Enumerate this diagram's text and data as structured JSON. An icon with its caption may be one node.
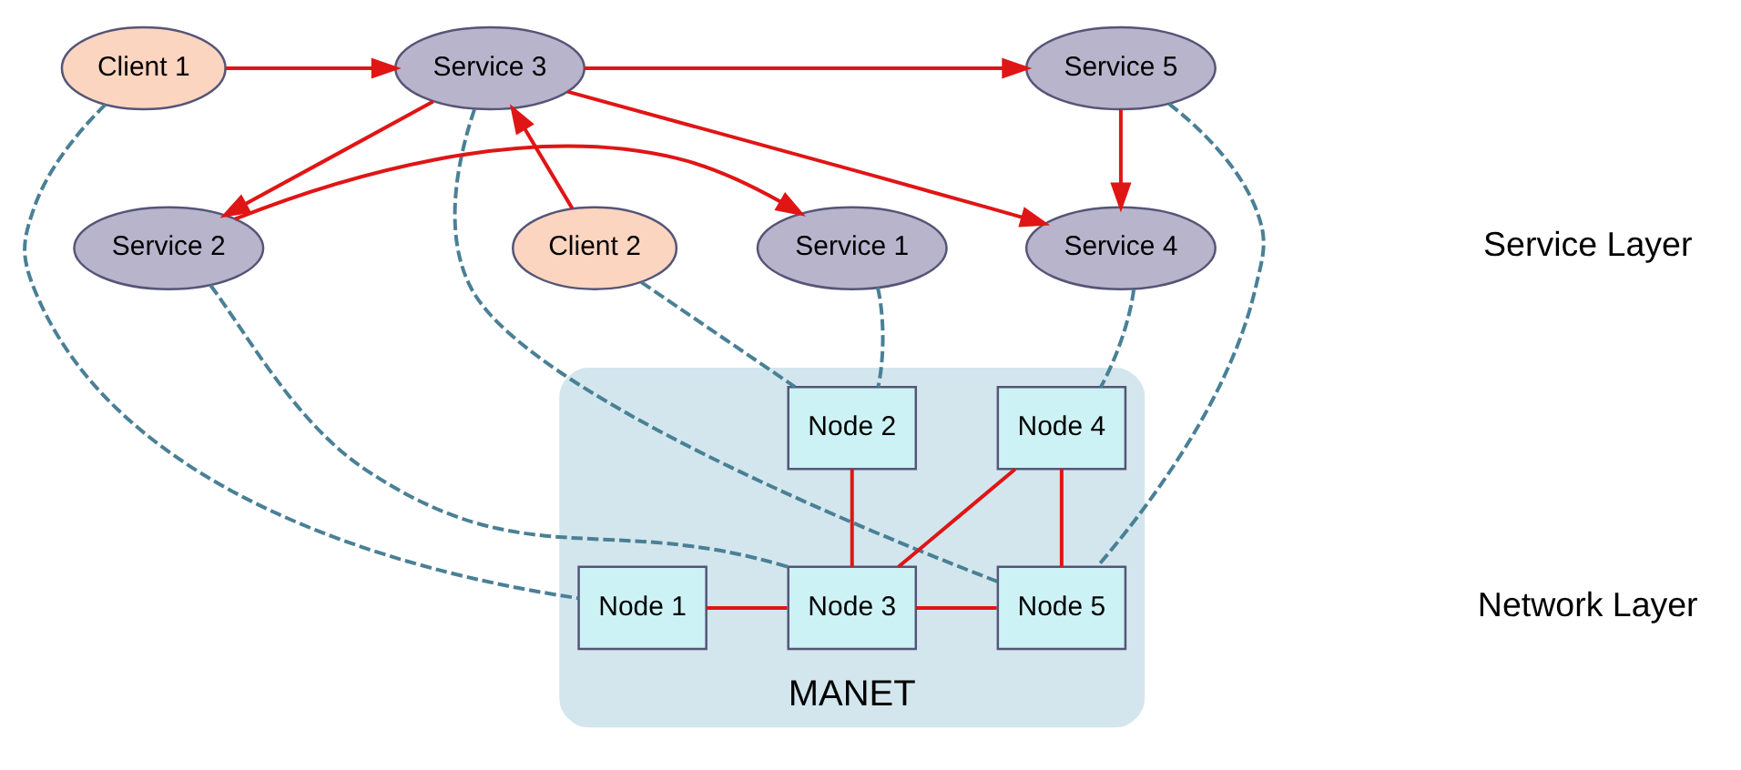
{
  "diagram": {
    "nodes": [
      {
        "text": [
          "Client 1"
        ]
      },
      {
        "text": [
          "Service 3"
        ]
      },
      {
        "text": [
          "Service 5"
        ]
      },
      {
        "text": [
          "Client 2"
        ]
      },
      {
        "text": [
          "Service 4"
        ]
      },
      {
        "text": [
          "Service 2"
        ]
      },
      {
        "text": [
          "Service 1"
        ]
      },
      {
        "text": [
          "MANET"
        ]
      },
      {
        "text": [
          "Node 2"
        ],
        "in": 7
      },
      {
        "text": [
          "Node 4"
        ],
        "in": 7
      },
      {
        "text": [
          "Node 1"
        ],
        "in": 7
      },
      {
        "text": [
          "Node 3"
        ],
        "in": 7
      },
      {
        "text": [
          "Node 5"
        ],
        "in": 7
      }
    ],
    "edges": [
      {
        "from": 0,
        "to": 1,
        "arrow": "to"
      },
      {
        "from": 3,
        "to": 1,
        "arrow": "to"
      },
      {
        "from": 1,
        "to": 2,
        "arrow": "to"
      },
      {
        "from": 1,
        "to": 4,
        "arrow": "to"
      },
      {
        "from": 2,
        "to": 4,
        "arrow": "to"
      },
      {
        "from": 1,
        "to": 5,
        "arrow": "to"
      },
      {
        "from": 5,
        "to": 6,
        "arrow": "to"
      },
      {
        "from": 0,
        "to": 10,
        "arrow": "none",
        "style": "dashed",
        "color": "#4a8096"
      },
      {
        "from": 3,
        "to": 8,
        "arrow": "none",
        "style": "dashed",
        "color": "#4a8096"
      },
      {
        "from": 6,
        "to": 8,
        "arrow": "none",
        "style": "dashed",
        "color": "#4a8096"
      },
      {
        "from": 5,
        "to": 11,
        "arrow": "none",
        "style": "dashed",
        "color": "#4a8096"
      },
      {
        "from": 1,
        "to": 12,
        "arrow": "none",
        "style": "dashed",
        "color": "#4a8096"
      },
      {
        "from": 4,
        "to": 9,
        "arrow": "none",
        "style": "dashed",
        "color": "#4a8096"
      },
      {
        "from": 2,
        "to": 12,
        "arrow": "none",
        "style": "dashed",
        "color": "#4a8096"
      },
      {
        "from": 8,
        "to": 11,
        "arrow": "none"
      },
      {
        "from": 10,
        "to": 11,
        "arrow": "none"
      },
      {
        "from": 11,
        "to": 12,
        "arrow": "none"
      },
      {
        "from": 11,
        "to": 9,
        "arrow": "none"
      },
      {
        "from": 9,
        "to": 12,
        "arrow": "none"
      }
    ],
    "labels": [
      "Service Layer",
      "Network Layer"
    ]
  }
}
